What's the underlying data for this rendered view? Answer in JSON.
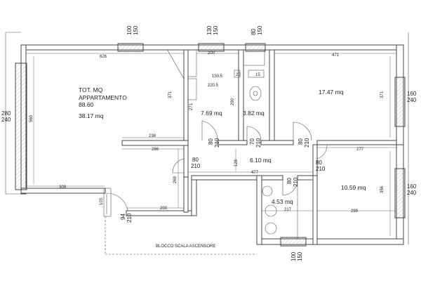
{
  "rooms": {
    "living": {
      "line1": "TOT. MQ",
      "line2": "APPARTAMENTO",
      "line3": "88.60",
      "area": "38.17 mq"
    },
    "kitchen": {
      "area": "7.69 mq"
    },
    "bath1": {
      "area": "3.82 mq"
    },
    "bedroom1": {
      "area": "17.47 mq"
    },
    "hall": {
      "area": "6.10 mq"
    },
    "bath2": {
      "area": "4.53 mq"
    },
    "bedroom2": {
      "area": "10.59 mq"
    }
  },
  "dimensions": {
    "d626": "626",
    "d200a": "200",
    "d150_5": "150.5",
    "d220_5": "220.5",
    "d371a": "371",
    "d290": "290",
    "d271": "271",
    "d471": "471",
    "d371b": "371",
    "d560": "560",
    "d238": "238",
    "d266": "266",
    "d277": "277",
    "d477": "477",
    "d128": "128",
    "d269": "269",
    "d309": "309",
    "d200b": "200",
    "d217": "217",
    "d299": "299",
    "d356": "356",
    "d15": "15",
    "d20": "20",
    "d103": "103"
  },
  "openings": {
    "top1": [
      "100",
      "150"
    ],
    "top2": [
      "130",
      "150"
    ],
    "top3": [
      "80",
      "150"
    ],
    "left": [
      "280",
      "240"
    ],
    "right1": [
      "160",
      "240"
    ],
    "right2": [
      "160",
      "240"
    ],
    "door_k": [
      "80",
      "210"
    ],
    "door_b1": [
      "70",
      "210"
    ],
    "door_br1": [
      "80",
      "210"
    ],
    "door_hall": [
      "80",
      "210"
    ],
    "door_br2": [
      "80",
      "210"
    ],
    "door_liv": [
      "80",
      "210"
    ],
    "door_main": [
      "94",
      "210"
    ],
    "bottom": [
      "100",
      "150"
    ]
  },
  "labels": {
    "stair": "BLOCCO SCALA ASCENSORE"
  }
}
